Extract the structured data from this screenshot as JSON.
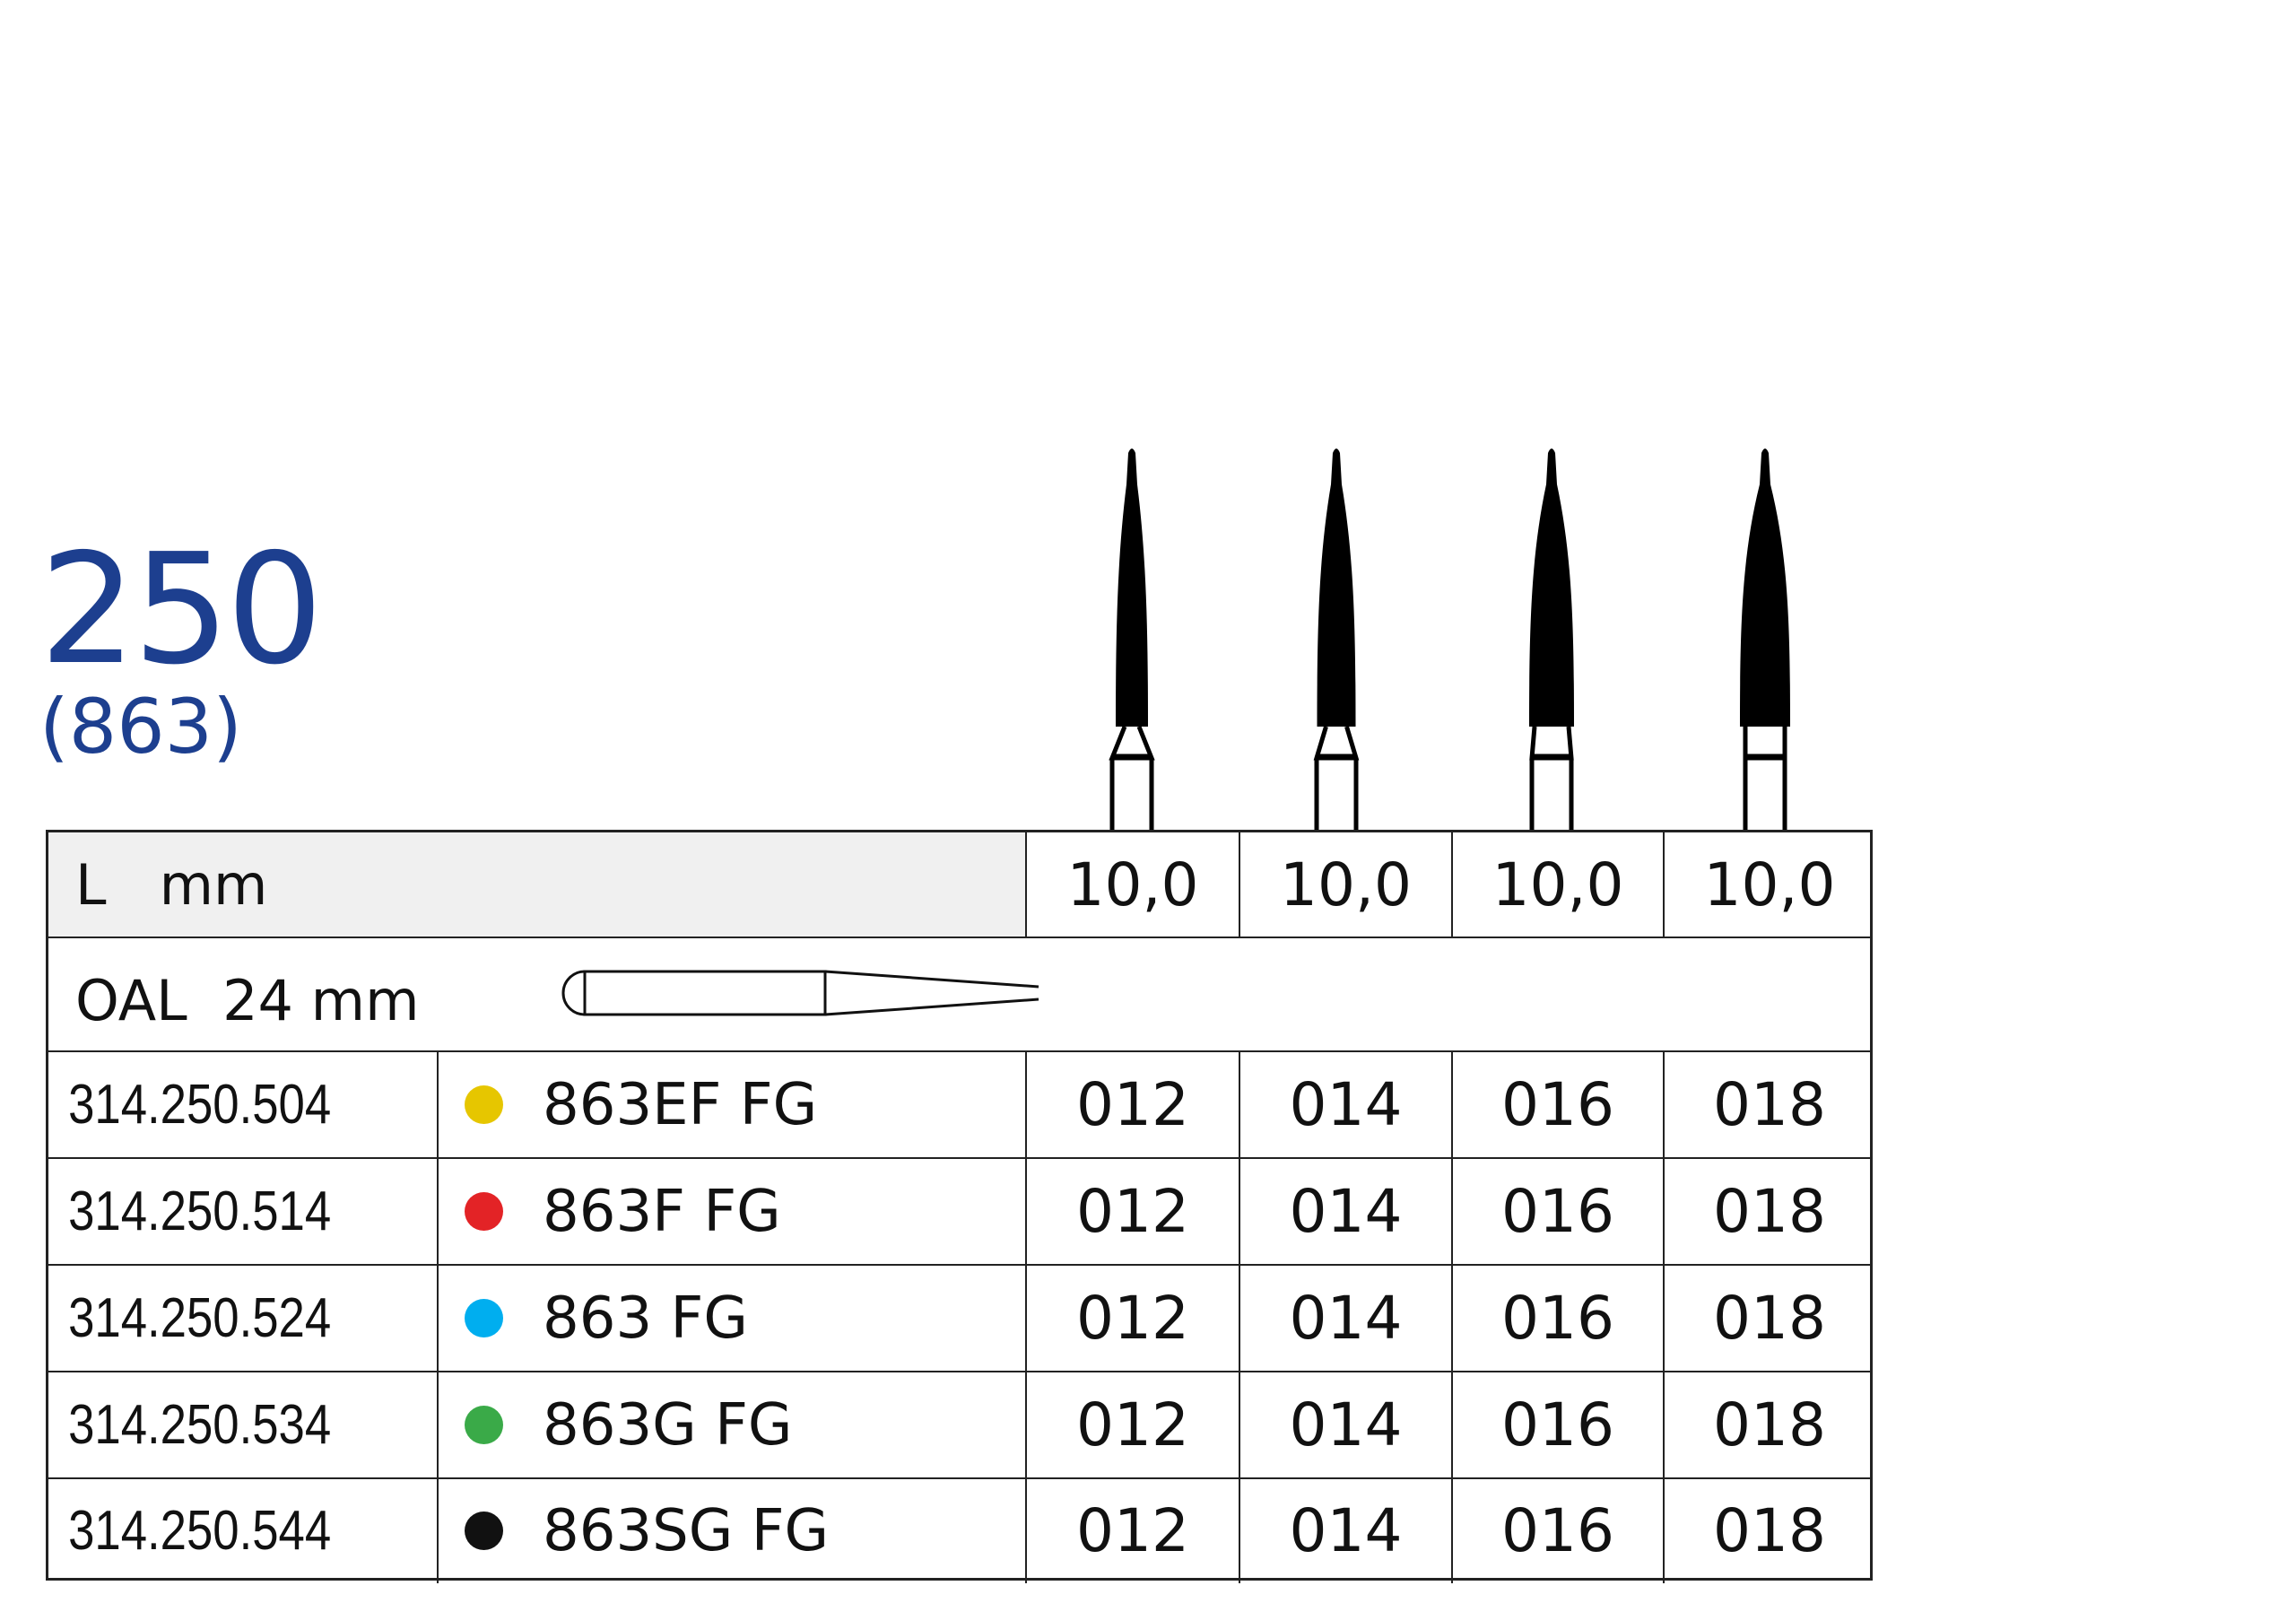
{
  "header": {
    "number": "250",
    "alt_number": "(863)"
  },
  "table": {
    "length_label": "L   mm",
    "lengths": [
      "10,0",
      "10,0",
      "10,0",
      "10,0"
    ],
    "oal_label": "OAL  24 mm",
    "rows": [
      {
        "code": "314.250.504",
        "name": "863EF FG",
        "color": "#e6c600",
        "sizes": [
          "012",
          "014",
          "016",
          "018"
        ]
      },
      {
        "code": "314.250.514",
        "name": "863F FG",
        "color": "#e32326",
        "sizes": [
          "012",
          "014",
          "016",
          "018"
        ]
      },
      {
        "code": "314.250.524",
        "name": "863 FG",
        "color": "#00aeef",
        "sizes": [
          "012",
          "014",
          "016",
          "018"
        ]
      },
      {
        "code": "314.250.534",
        "name": "863G FG",
        "color": "#3aaa48",
        "sizes": [
          "012",
          "014",
          "016",
          "018"
        ]
      },
      {
        "code": "314.250.544",
        "name": "863SG FG",
        "color": "#111111",
        "sizes": [
          "012",
          "014",
          "016",
          "018"
        ]
      }
    ]
  },
  "colors": {
    "title": "#1d3f8f",
    "header_bg": "#f0f0f0"
  }
}
